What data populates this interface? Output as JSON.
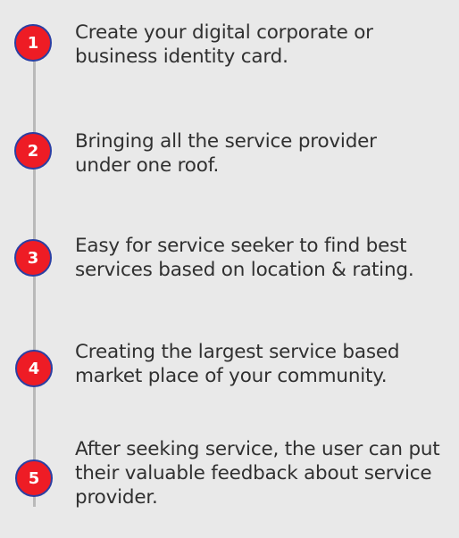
{
  "steps": [
    {
      "number": "1",
      "text": "Create your digital corporate or business identity card."
    },
    {
      "number": "2",
      "text": "Bringing all the service provider under one roof."
    },
    {
      "number": "3",
      "text": "Easy for service seeker to find best services based on location & rating."
    },
    {
      "number": "4",
      "text": "Creating the largest service based market place of your community."
    },
    {
      "number": "5",
      "text": "After seeking service, the user can put their valuable feedback about service provider."
    }
  ],
  "colors": {
    "background": "#e9e9e9",
    "badge_fill": "#ee1c25",
    "badge_border": "#2b3fa3",
    "text": "#303030",
    "line": "#b9b9b9"
  }
}
